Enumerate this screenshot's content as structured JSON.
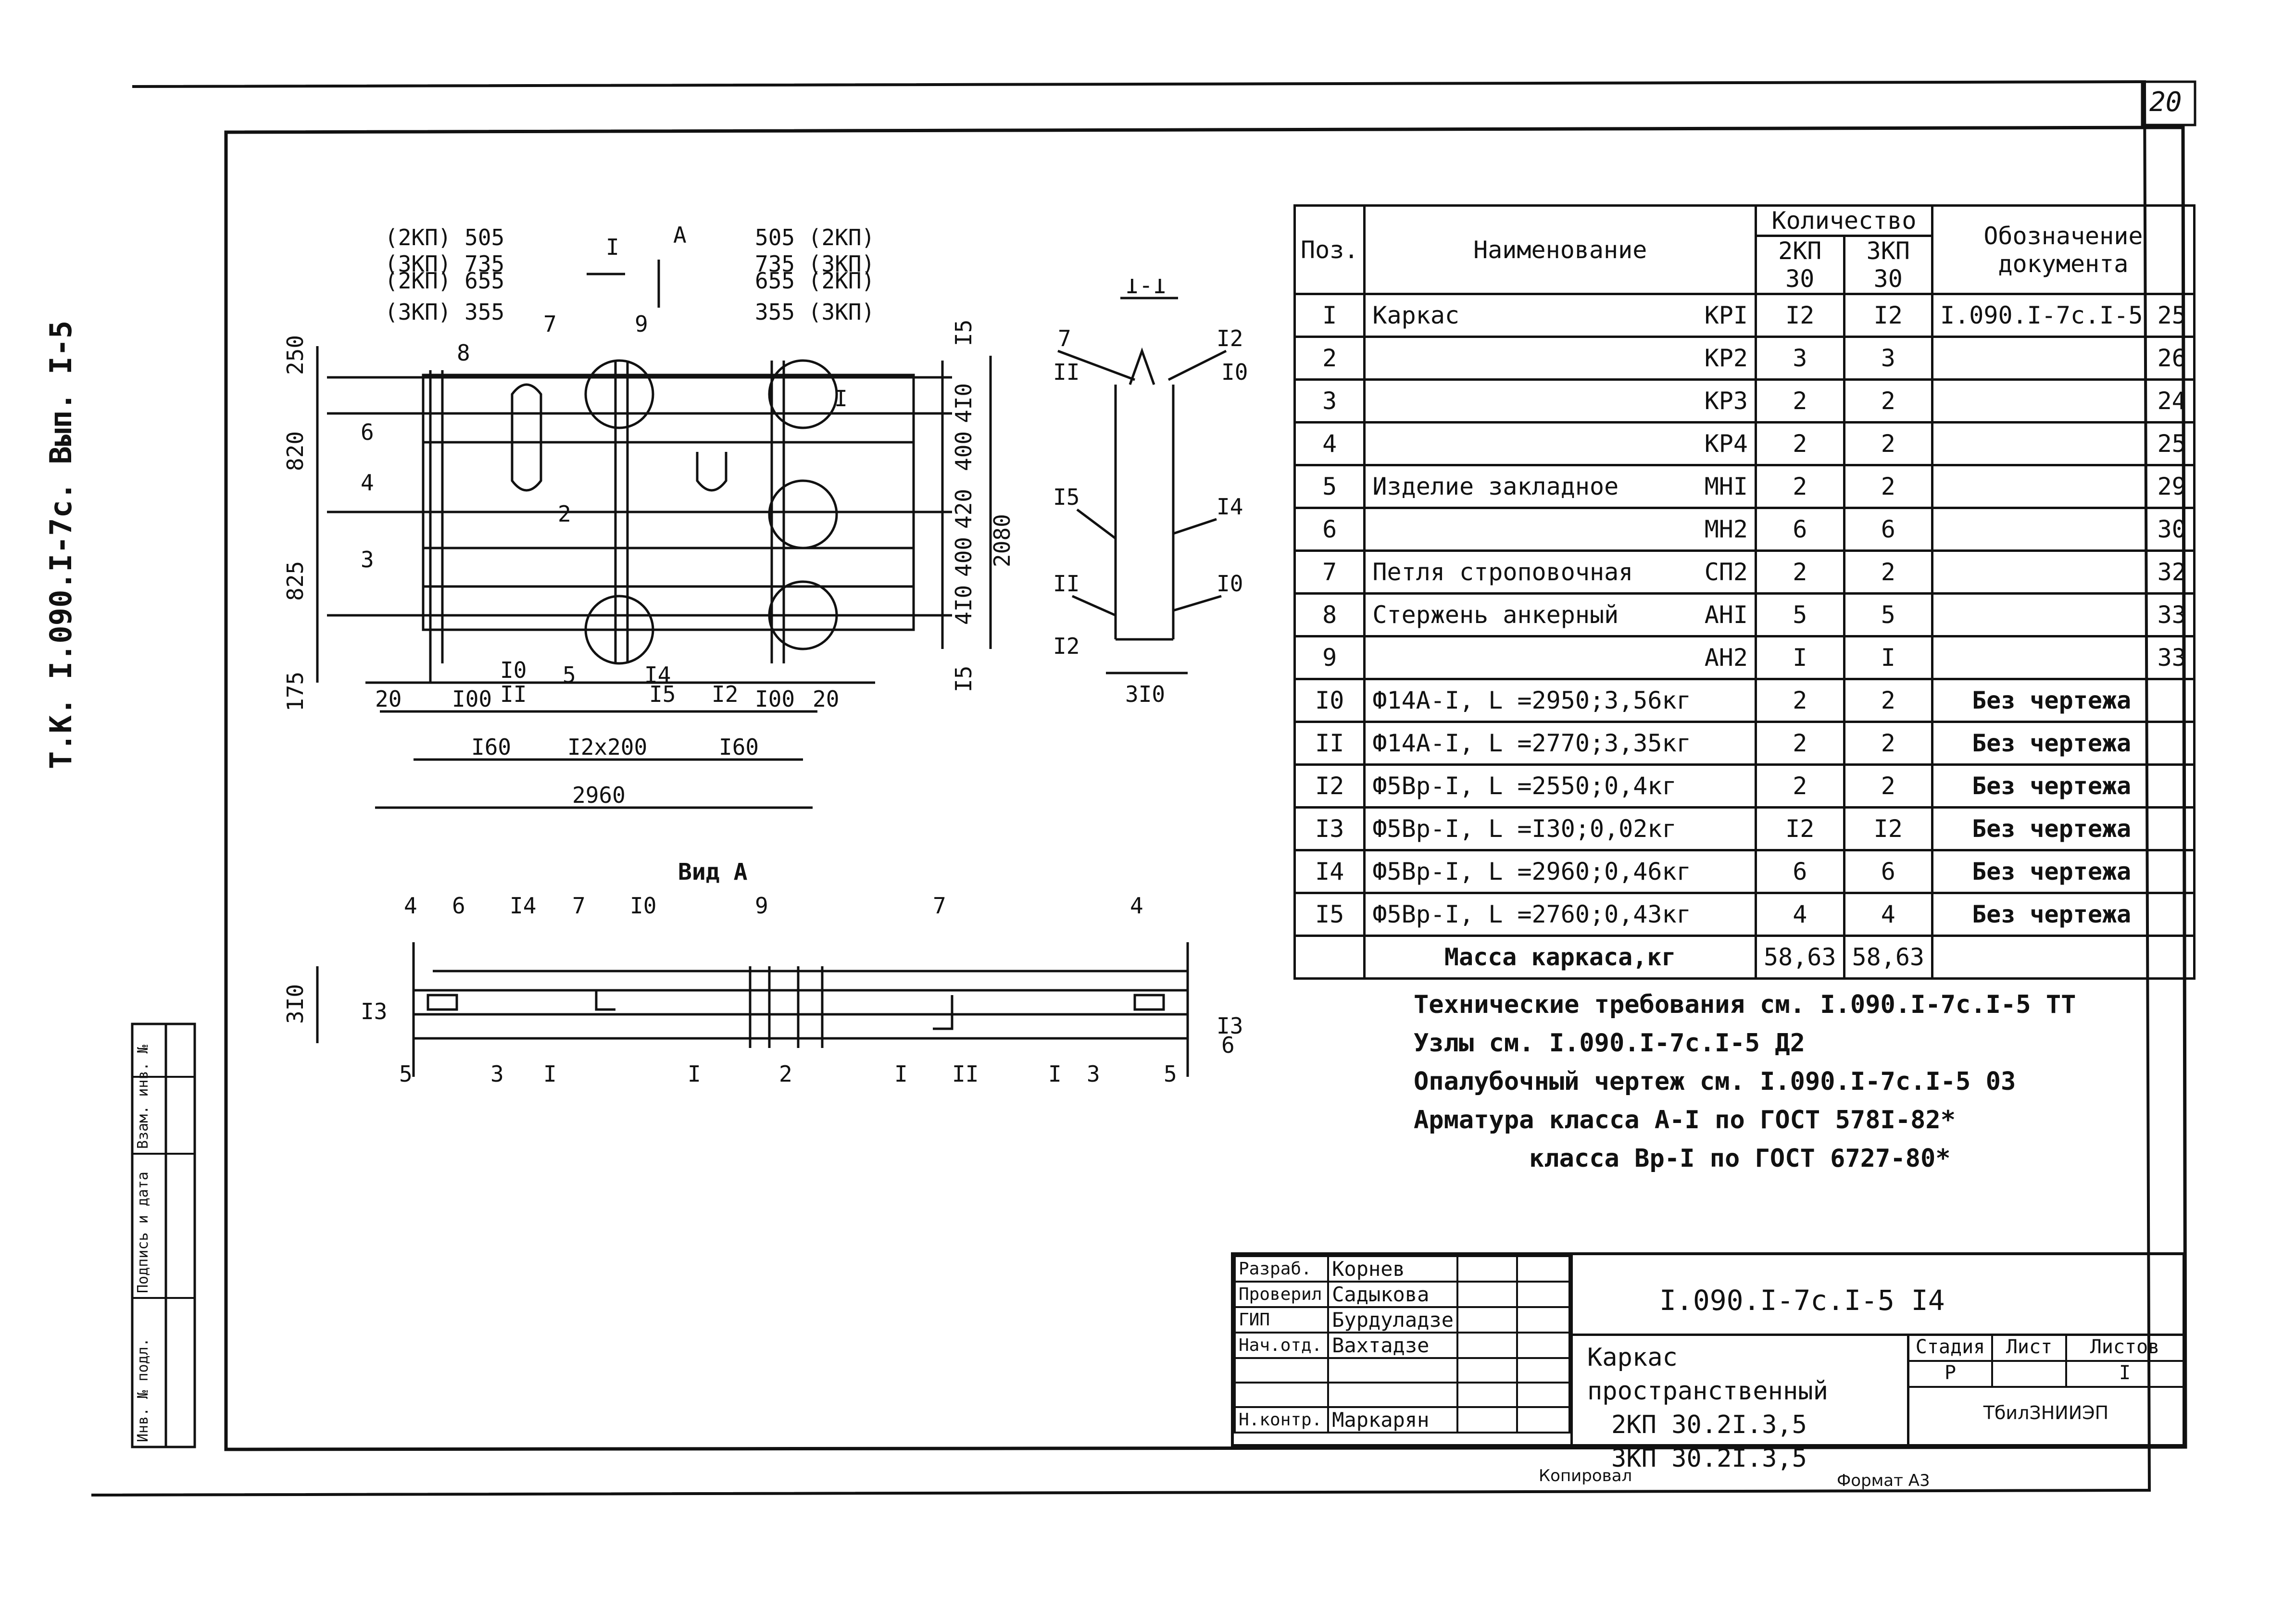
{
  "sheet": {
    "page_number": "20",
    "side_label": "Т.К. I.090.I-7с. Вып. I-5",
    "bottom_copied": "Копировал",
    "bottom_format": "Формат А3",
    "left_stamp": [
      "Инв. № подл.",
      "Подпись и дата",
      "Взам. инв. №"
    ]
  },
  "drawing": {
    "section_label": "I-I",
    "view_label": "Вид А",
    "plan_labels": {
      "top_left": [
        "(2КП) 505",
        "(3КП) 735",
        "(2КП) 655",
        "(3КП) 355"
      ],
      "top_right": [
        "505 (2КП)",
        "735 (3КП)",
        "655 (2КП)",
        "355 (3КП)"
      ],
      "cut": "I",
      "view": "A",
      "left_dims": [
        "250",
        "820",
        "825",
        "175"
      ],
      "right_dims": [
        "I5",
        "4I0",
        "400",
        "420",
        "400",
        "4I0",
        "I5"
      ],
      "overall_height": "2080",
      "bottom_dims": [
        "20",
        "I00",
        "I60",
        "I2x200",
        "I60",
        "I00",
        "20"
      ],
      "overall_width": "2960",
      "positions": [
        "I",
        "2",
        "3",
        "4",
        "5",
        "6",
        "7",
        "8",
        "9",
        "I0",
        "II",
        "I2",
        "I4",
        "I5"
      ]
    },
    "section_dims": {
      "width": "3I0",
      "labels": [
        "7",
        "I2",
        "II",
        "I0",
        "I5",
        "I4",
        "II",
        "I0",
        "I2"
      ]
    },
    "view_dims": {
      "height": "3I0",
      "labels": [
        "4",
        "6",
        "I4",
        "7",
        "I0",
        "9",
        "7",
        "4",
        "I3",
        "5",
        "3",
        "I",
        "I",
        "2",
        "I",
        "II",
        "I",
        "3",
        "5",
        "I3",
        "6"
      ]
    }
  },
  "spec_table": {
    "headers": {
      "pos": "Поз.",
      "name": "Наименование",
      "qty": "Количество",
      "qty_a": "2КП 30",
      "qty_b": "3КП 30",
      "doc": "Обозначение документа"
    },
    "rows": [
      {
        "pos": "I",
        "name": "Каркас",
        "mark": "КРI",
        "a": "I2",
        "b": "I2",
        "doc": "I.090.I-7с.I-5 25"
      },
      {
        "pos": "2",
        "name": "",
        "mark": "КР2",
        "a": "3",
        "b": "3",
        "doc": "26"
      },
      {
        "pos": "3",
        "name": "",
        "mark": "КР3",
        "a": "2",
        "b": "2",
        "doc": "24"
      },
      {
        "pos": "4",
        "name": "",
        "mark": "КР4",
        "a": "2",
        "b": "2",
        "doc": "25"
      },
      {
        "pos": "5",
        "name": "Изделие закладное",
        "mark": "МНI",
        "a": "2",
        "b": "2",
        "doc": "29"
      },
      {
        "pos": "6",
        "name": "",
        "mark": "МН2",
        "a": "6",
        "b": "6",
        "doc": "30"
      },
      {
        "pos": "7",
        "name": "Петля строповочная",
        "mark": "СП2",
        "a": "2",
        "b": "2",
        "doc": "32"
      },
      {
        "pos": "8",
        "name": "Стержень анкерный",
        "mark": "АНI",
        "a": "5",
        "b": "5",
        "doc": "33"
      },
      {
        "pos": "9",
        "name": "",
        "mark": "АН2",
        "a": "I",
        "b": "I",
        "doc": "33"
      },
      {
        "pos": "I0",
        "name": "Ф14А-I, L =2950;3,56кг",
        "mark": "",
        "a": "2",
        "b": "2",
        "doc": "Без чертежа"
      },
      {
        "pos": "II",
        "name": "Ф14А-I, L =2770;3,35кг",
        "mark": "",
        "a": "2",
        "b": "2",
        "doc": "Без чертежа"
      },
      {
        "pos": "I2",
        "name": "Ф5Вр-I, L =2550;0,4кг",
        "mark": "",
        "a": "2",
        "b": "2",
        "doc": "Без чертежа"
      },
      {
        "pos": "I3",
        "name": "Ф5Вр-I, L =I30;0,02кг",
        "mark": "",
        "a": "I2",
        "b": "I2",
        "doc": "Без чертежа"
      },
      {
        "pos": "I4",
        "name": "Ф5Вр-I, L =2960;0,46кг",
        "mark": "",
        "a": "6",
        "b": "6",
        "doc": "Без чертежа"
      },
      {
        "pos": "I5",
        "name": "Ф5Вр-I, L =2760;0,43кг",
        "mark": "",
        "a": "4",
        "b": "4",
        "doc": "Без чертежа"
      }
    ],
    "total": {
      "label": "Масса каркаса,кг",
      "a": "58,63",
      "b": "58,63"
    }
  },
  "notes": [
    "Технические требования см. I.090.I-7с.I-5 ТТ",
    "Узлы см.   I.090.I-7с.I-5 Д2",
    "Опалубочный чертеж см.  I.090.I-7с.I-5 03",
    "Арматура класса А-I по ГОСТ 578I-82*",
    "класса Вр-I по ГОСТ 6727-80*"
  ],
  "title_block": {
    "roles": [
      "Разраб.",
      "Проверил",
      "ГИП",
      "Нач.отд.",
      "",
      "",
      "Н.контр."
    ],
    "names": [
      "Корнев",
      "Садыкова",
      "Бурдуладзе",
      "Вахтадзе",
      "",
      "",
      "Маркарян"
    ],
    "doc_code": "I.090.I-7с.I-5 I4",
    "title_lines": [
      "Каркас пространственный",
      "2КП 30.2I.3,5",
      "3КП 30.2I.3,5"
    ],
    "stage_label": "Стадия",
    "sheet_label": "Лист",
    "sheets_label": "Листов",
    "stage": "Р",
    "sheets": "I",
    "org": "ТбилЗНИИЭП"
  }
}
